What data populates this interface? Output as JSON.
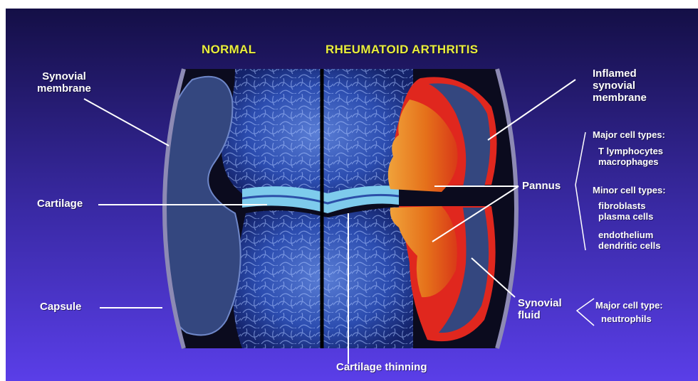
{
  "headers": {
    "normal": "NORMAL",
    "ra": "RHEUMATOID ARTHRITIS"
  },
  "labels": {
    "synovial_membrane": "Synovial\nmembrane",
    "cartilage": "Cartilage",
    "capsule": "Capsule",
    "inflamed_synovial_membrane": "Inflamed\nsynovial\nmembrane",
    "pannus": "Pannus",
    "synovial_fluid": "Synovial\nfluid",
    "cartilage_thinning": "Cartilage thinning"
  },
  "cell_types": {
    "pannus_major_title": "Major cell types:",
    "pannus_major_list": "T lymphocytes\nmacrophages",
    "pannus_minor_title": "Minor cell types:",
    "pannus_minor_list_1": "fibroblasts\nplasma cells",
    "pannus_minor_list_2": "endothelium\ndendritic cells",
    "fluid_major_title": "Major cell type:",
    "fluid_major_list": "neutrophils"
  },
  "colors": {
    "background_top": "#140f46",
    "background_bottom": "#5a3ee8",
    "header_text": "#e9ee3c",
    "bone": "#2a4aa8",
    "synovium": "#34477f",
    "cartilage": "#7ecbec",
    "inflamed_red": "#e0271e",
    "pannus_orange": "#e8891c"
  }
}
